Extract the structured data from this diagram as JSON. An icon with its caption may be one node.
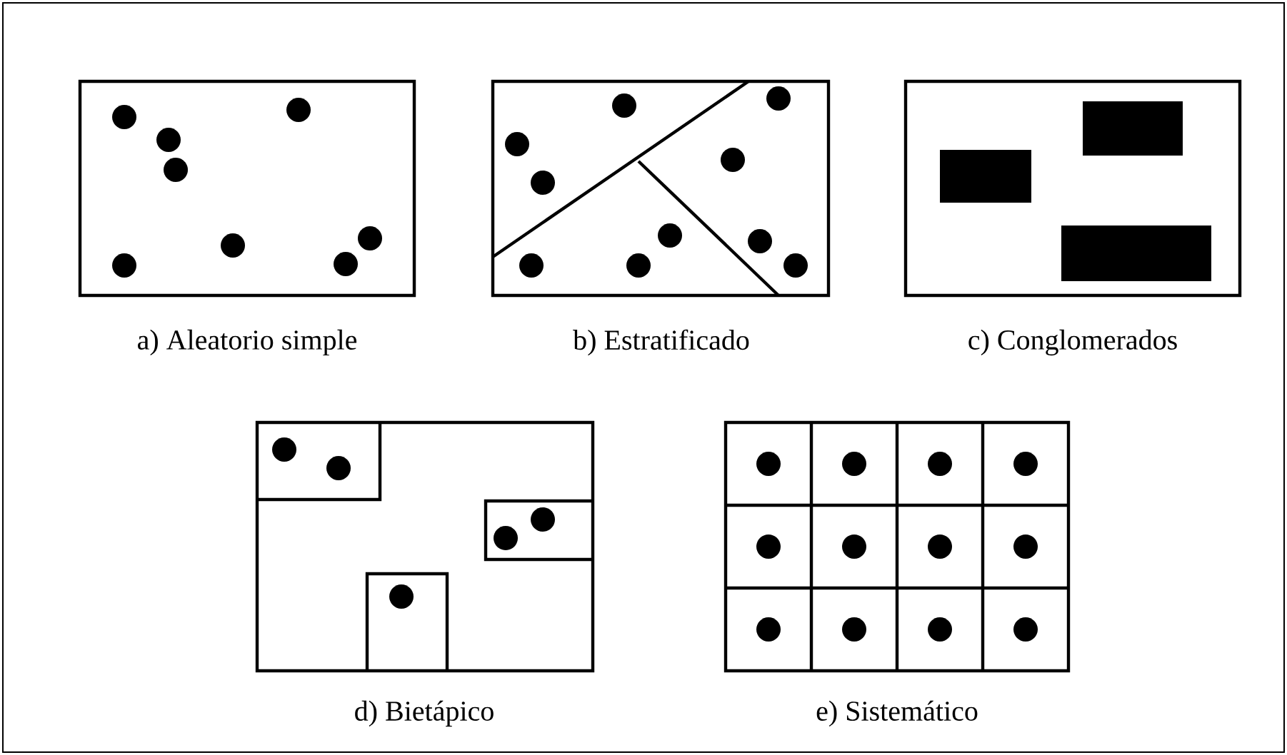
{
  "diagram": {
    "labels": [
      "a) Aleatorio simple",
      "b) Estratificado",
      "c) Conglomerados",
      "d) Bietápico",
      "e) Sistemático"
    ]
  }
}
